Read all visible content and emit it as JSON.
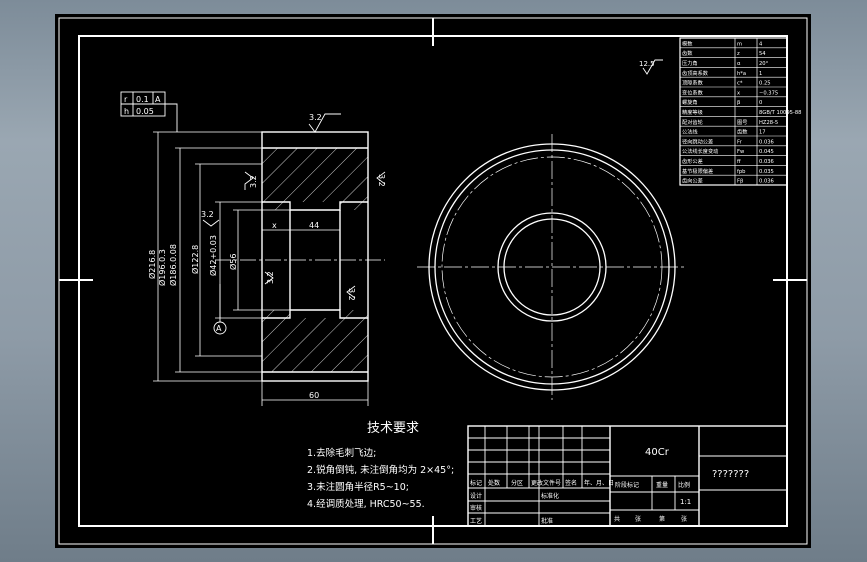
{
  "drawing": {
    "tolerance_frame": {
      "r_symbol": "r",
      "r_value": "0.1",
      "r_datum": "A",
      "h_symbol": "h",
      "h_value": "0.05"
    },
    "datum_label": "A",
    "roughness": {
      "top_surface": "3.2",
      "left_face_upper": "3.2",
      "right_face_upper": "3.2",
      "bore_top": "3.2",
      "bore_left": "3.2",
      "bore_right": "3.2",
      "global": "12.5"
    },
    "dimensions": {
      "tip_dia": "Ø216.8",
      "dia_2": "Ø196.0.3",
      "dia_3": "Ø186.0.08",
      "hub_dia": "Ø122.8",
      "bore_dia": "Ø42+0.03",
      "bore_dia_2": "Ø56",
      "hub_width": "44",
      "left_dim": "x",
      "total_width": "60"
    },
    "tech_requirements": {
      "heading": "技术要求",
      "items": [
        "1.去除毛刺飞边;",
        "2.锐角倒钝, 未注倒角均为 2×45°;",
        "3.未注圆角半径R5~10;",
        "4.经调质处理, HRC50~55."
      ]
    },
    "param_table": {
      "rows": [
        [
          "模数",
          "m",
          "4"
        ],
        [
          "齿数",
          "z",
          "54"
        ],
        [
          "压力角",
          "α",
          "20°"
        ],
        [
          "齿顶高系数",
          "h*a",
          "1"
        ],
        [
          "顶隙系数",
          "c*",
          "0.25"
        ],
        [
          "变位系数",
          "x",
          "−0.375"
        ],
        [
          "螺旋角",
          "β",
          "0"
        ],
        [
          "精度等级",
          "",
          "8GB/T 10095-88"
        ],
        [
          "配对齿轮",
          "图号",
          "HZ28-5"
        ],
        [
          "公法线",
          "齿数",
          "17"
        ],
        [
          "径向跳动公差",
          "Fr",
          "0.036"
        ],
        [
          "公法线长度变动",
          "Fw",
          "0.045"
        ],
        [
          "齿形公差",
          "ff",
          "0.036"
        ],
        [
          "基节极限偏差",
          "fpb",
          "0.035"
        ],
        [
          "齿向公差",
          "Fβ",
          "0.036"
        ]
      ]
    },
    "title_block": {
      "material": "40Cr",
      "drawing_name": "???????",
      "scale": "1:1",
      "labels": {
        "mark": "标记",
        "count": "处数",
        "zone": "分区",
        "change_doc": "更改文件号",
        "signature": "签名",
        "date": "年、月、日",
        "designer": "设计",
        "standard": "标准化",
        "stage_mark": "阶段标记",
        "weight": "重量",
        "ratio": "比例",
        "reviewer": "审核",
        "process": "工艺",
        "approve": "批准",
        "total": "共",
        "sheets": "张",
        "no": "第",
        "sheet": "张"
      }
    }
  }
}
